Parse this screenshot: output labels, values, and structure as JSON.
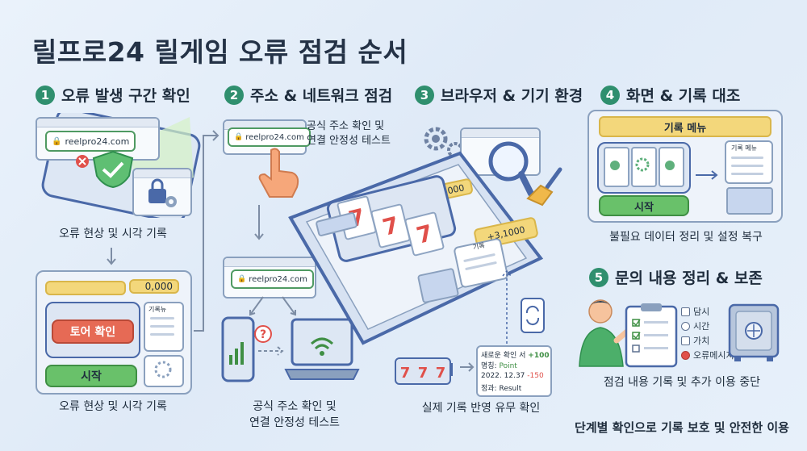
{
  "title": "릴프로24 릴게임 오류 점검 순서",
  "steps": [
    {
      "num": "1",
      "label": "오류 발생 구간 확인"
    },
    {
      "num": "2",
      "label": "주소 & 네트워크 점검"
    },
    {
      "num": "3",
      "label": "브라우저 & 기기 환경"
    },
    {
      "num": "4",
      "label": "화면 & 기록 대조"
    },
    {
      "num": "5",
      "label": "문의 내용 정리 & 보존"
    }
  ],
  "url_text": "reelpro24.com",
  "captions": {
    "step1_top": "오류 현상 및 시각 기록",
    "step1_bottom": "오류 현상 및 시각 기록",
    "step2_top": "공식 주소 확인 및\n연결 안정성 테스트",
    "step2_bottom": "공식 주소 확인 및\n연결 안정성 테스트",
    "step3_bottom": "실제 기록 반영 유무 확인",
    "step4": "불필요 데이터 정리 및 설정 복구",
    "step5": "점검 내용 기록 및 추가 이용 중단",
    "footer": "단계별 확인으로 기록 보호 및 안전한 이용"
  },
  "step1_panel": {
    "score": "0,000",
    "check_button": "토어 확인",
    "start_button": "시작",
    "record_label": "기록뉴"
  },
  "tablet": {
    "score": "10,000",
    "bonus": "+3,1000",
    "record_label": "기록",
    "symbol": "7"
  },
  "result_card": {
    "line1_text": "새로운 확인 서",
    "line1_value": "+100",
    "line2_text": "명칭:",
    "line2_value": "Point",
    "line3_text": "2022. 12.37",
    "line3_value": "-150",
    "line4_text": "정과:",
    "line4_value": "Result"
  },
  "step4_panel": {
    "menu_title": "기록 메뉴",
    "side_label": "기록 메뉴",
    "start_button": "시작"
  },
  "checklist": [
    {
      "label": "담시"
    },
    {
      "label": "시간"
    },
    {
      "label": "가치"
    },
    {
      "label": "오류메시지"
    }
  ],
  "colors": {
    "accent_green": "#2f8f6e",
    "yellow": "#f3d77b",
    "red_button": "#e66a55",
    "button_green": "#69c16a",
    "frame_blue": "#4a69a8"
  }
}
